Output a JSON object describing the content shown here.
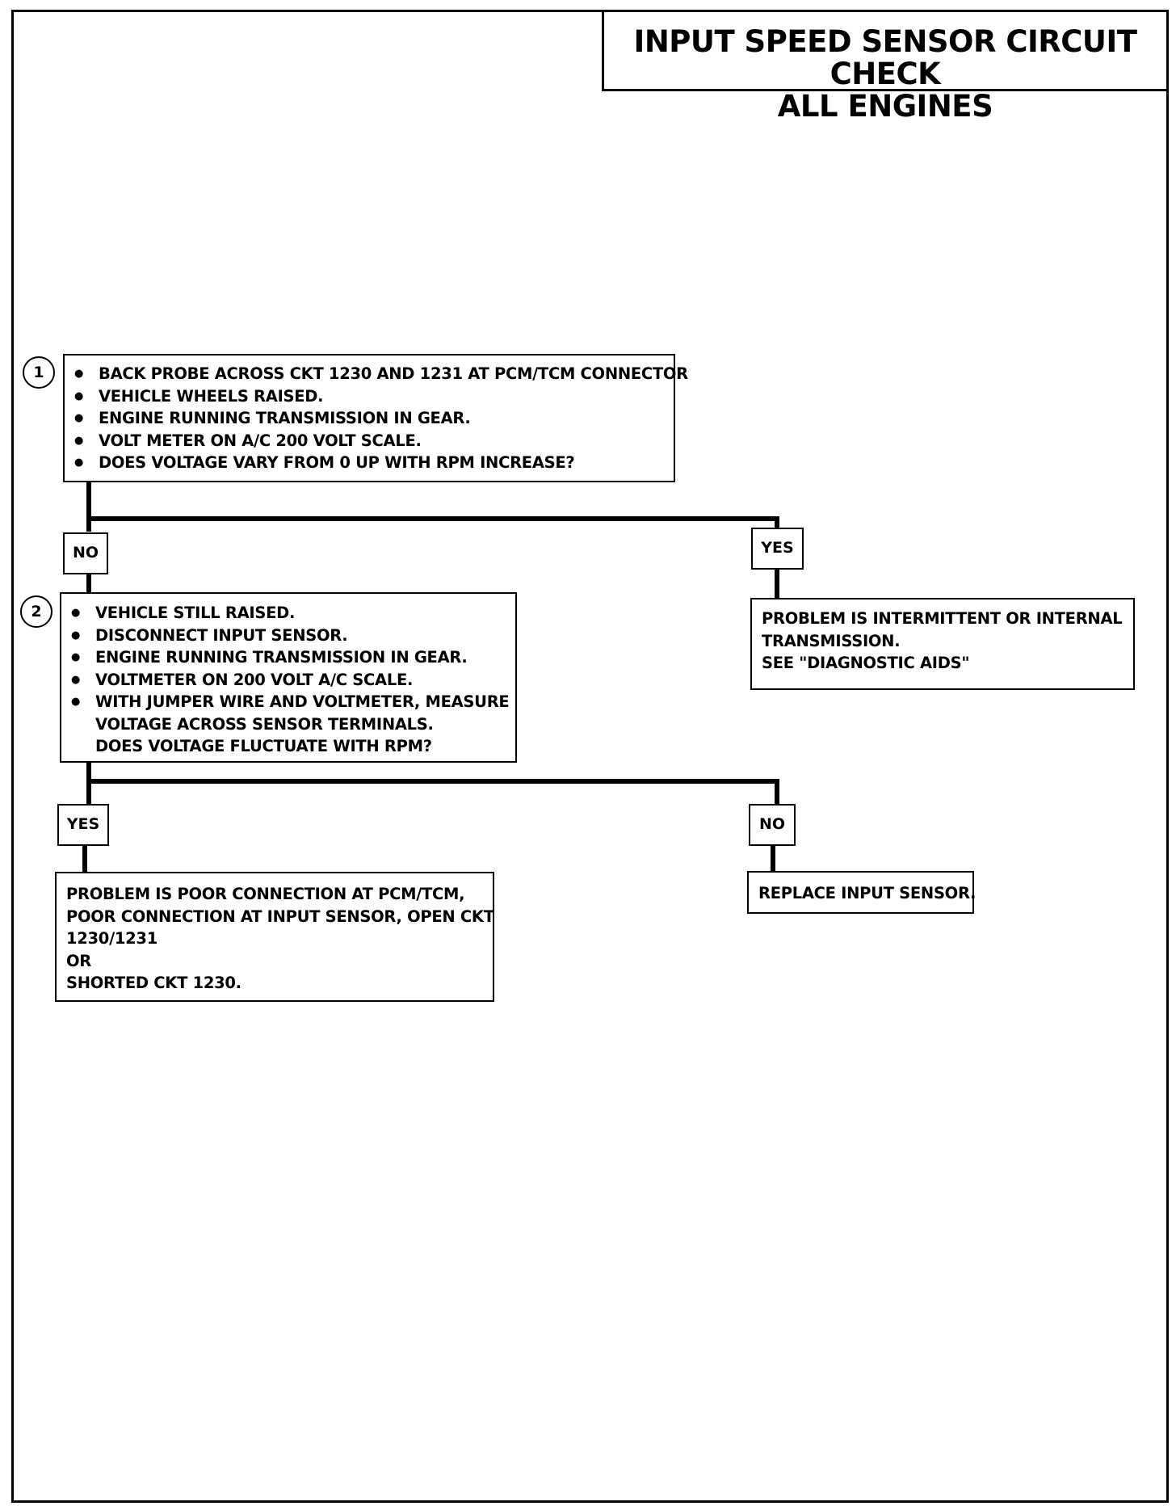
{
  "title": {
    "line1": "INPUT SPEED SENSOR CIRCUIT CHECK",
    "line2": "ALL ENGINES"
  },
  "step1": {
    "number": "1",
    "items": [
      "BACK PROBE ACROSS CKT 1230 AND 1231 AT PCM/TCM CONNECTOR",
      "VEHICLE WHEELS RAISED.",
      "ENGINE RUNNING TRANSMISSION IN GEAR.",
      "VOLT METER ON A/C 200 VOLT SCALE.",
      "DOES VOLTAGE VARY FROM 0 UP WITH RPM INCREASE?"
    ]
  },
  "step1_no_label": "NO",
  "step1_yes_label": "YES",
  "yes1_result": {
    "lines": [
      "PROBLEM IS INTERMITTENT OR INTERNAL",
      "TRANSMISSION.",
      "SEE \"DIAGNOSTIC AIDS\""
    ]
  },
  "step2": {
    "number": "2",
    "items": [
      "VEHICLE STILL RAISED.",
      "DISCONNECT INPUT SENSOR.",
      "ENGINE RUNNING TRANSMISSION IN GEAR.",
      "VOLTMETER ON 200 VOLT A/C SCALE.",
      "WITH JUMPER WIRE AND VOLTMETER, MEASURE"
    ],
    "continuation": [
      "VOLTAGE ACROSS SENSOR TERMINALS.",
      "DOES VOLTAGE FLUCTUATE WITH RPM?"
    ]
  },
  "step2_yes_label": "YES",
  "step2_no_label": "NO",
  "yes2_result": {
    "lines": [
      "PROBLEM IS POOR CONNECTION AT PCM/TCM,",
      "POOR CONNECTION AT INPUT SENSOR, OPEN CKT",
      "1230/1231",
      "OR",
      "SHORTED CKT 1230."
    ]
  },
  "no2_result": {
    "text": "REPLACE INPUT SENSOR."
  }
}
